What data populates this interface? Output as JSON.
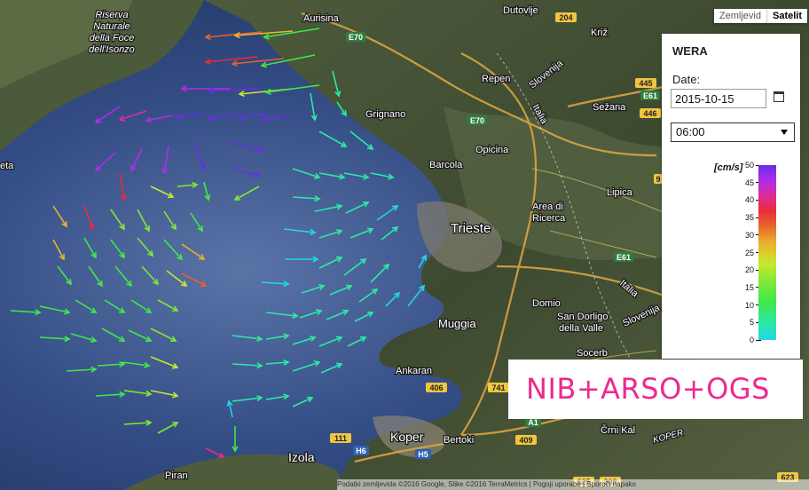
{
  "map_type": {
    "options": [
      "Zemljevid",
      "Satelit"
    ],
    "selected": "Satelit"
  },
  "panel": {
    "title": "WERA",
    "date_label": "Date:",
    "date_value": "2015-10-15",
    "time_value": "06:00",
    "unit": "[cm/s]",
    "scale_ticks": [
      "50",
      "45",
      "40",
      "35",
      "30",
      "25",
      "20",
      "15",
      "10",
      "5",
      "0"
    ],
    "scale_colors": [
      "#23d7e4",
      "#2ee8a4",
      "#3fe84a",
      "#7fe838",
      "#c8e82c",
      "#e8b42c",
      "#e8602c",
      "#e82c3a",
      "#e02c92",
      "#b12ce8",
      "#6a2ce8"
    ]
  },
  "watermark": "NIB+ARSO+OGS",
  "places": {
    "riserva": [
      "Riserva",
      "Naturale",
      "della Foce",
      "dell'Isonzo"
    ],
    "aurisina": "Aurisina",
    "dutovlje": "Dutovlje",
    "kriz": "Križ",
    "repen": "Repen",
    "slovenija": "Slovenija",
    "italija1": "Italia",
    "sezana": "Sežana",
    "grignano": "Grignano",
    "opicina": "Opicina",
    "barcola": "Barcola",
    "area": [
      "Area di",
      "Ricerca"
    ],
    "lipica": "Lipica",
    "trieste": "Trieste",
    "italija2": "Italia",
    "muggia": "Muggia",
    "domio": "Domio",
    "dorligo": [
      "San Dorligo",
      "della Valle"
    ],
    "slovenija2": "Slovenija",
    "socerb": "Socerb",
    "ankaran": "Ankaran",
    "koper": "Koper",
    "bertoki": "Bertoki",
    "crnikal": "Črni Kal",
    "koper2": "KOPER",
    "izola": "Izola",
    "piran": "Piran",
    "eta": "eta"
  },
  "roads": {
    "e70a": "E70",
    "e70b": "E70",
    "r204": "204",
    "r445": "445",
    "e61a": "E61",
    "r446": "446",
    "r9": "9",
    "e61b": "E61",
    "r406": "406",
    "r741": "741",
    "a1": "A1",
    "r409": "409",
    "r111": "111",
    "h6": "H6",
    "h5": "H5",
    "r625": "625",
    "r208": "208",
    "r623": "623"
  },
  "attribution": "Podatki zemljevida ©2016 Google, Slike ©2016 TerraMetrics  |  Pogoji uporabe  |  Sporoči napako"
}
